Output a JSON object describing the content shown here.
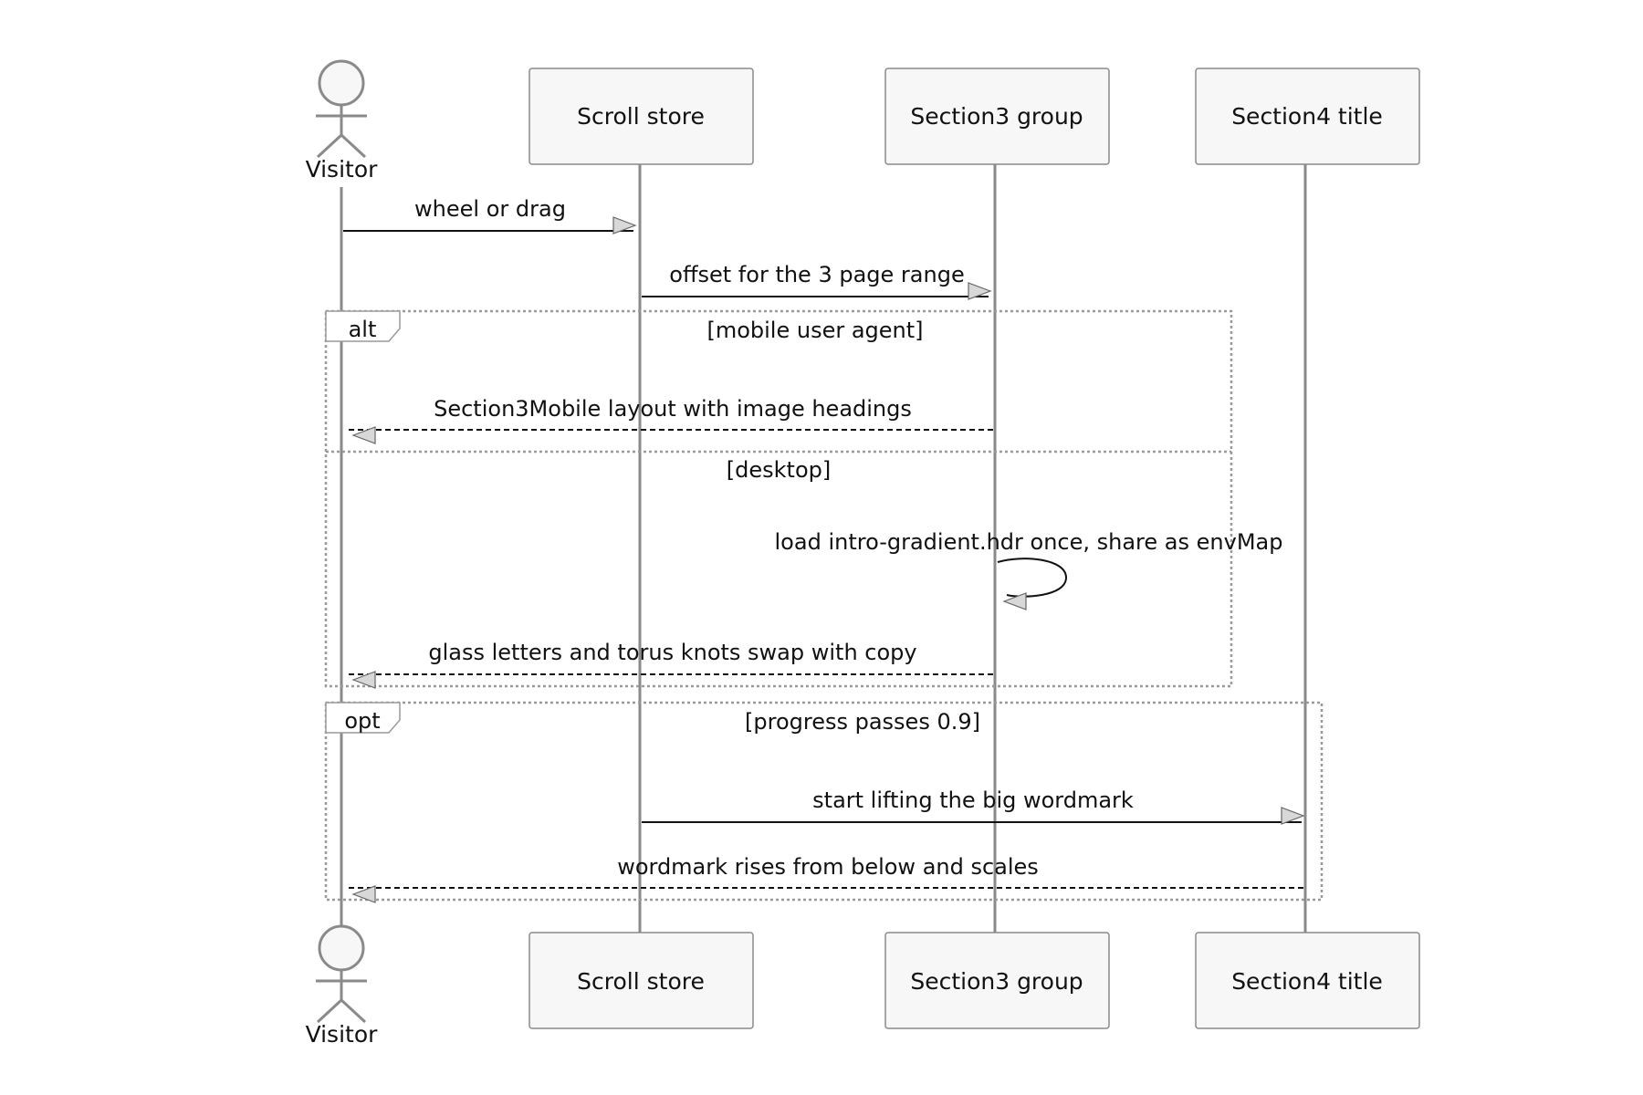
{
  "participants": [
    {
      "id": "visitor",
      "label": "Visitor",
      "kind": "actor"
    },
    {
      "id": "scroll",
      "label": "Scroll store",
      "kind": "box"
    },
    {
      "id": "section3",
      "label": "Section3 group",
      "kind": "box"
    },
    {
      "id": "section4",
      "label": "Section4 title",
      "kind": "box"
    }
  ],
  "messages": [
    {
      "from": "visitor",
      "to": "scroll",
      "label": "wheel or drag",
      "style": "solid"
    },
    {
      "from": "scroll",
      "to": "section3",
      "label": "offset for the 3 page range",
      "style": "solid"
    },
    {
      "from": "section3",
      "to": "visitor",
      "label": "Section3Mobile layout with image headings",
      "style": "dashed"
    },
    {
      "from": "section3",
      "to": "section3",
      "label": "load intro-gradient.hdr once, share as envMap",
      "style": "solid"
    },
    {
      "from": "section3",
      "to": "visitor",
      "label": "glass letters and torus knots swap with copy",
      "style": "dashed"
    },
    {
      "from": "scroll",
      "to": "section4",
      "label": "start lifting the big wordmark",
      "style": "solid"
    },
    {
      "from": "section4",
      "to": "visitor",
      "label": "wordmark rises from below and scales",
      "style": "dashed"
    }
  ],
  "fragments": [
    {
      "keyword": "alt",
      "sections": [
        {
          "condition": "[mobile user agent]"
        },
        {
          "condition": "[desktop]"
        }
      ]
    },
    {
      "keyword": "opt",
      "sections": [
        {
          "condition": "[progress passes 0.9]"
        }
      ]
    }
  ],
  "colors": {
    "box_fill": "#f7f7f7",
    "stroke": "#8a8a8a",
    "text": "#111111",
    "arrow_fill": "#d8d8d8"
  }
}
